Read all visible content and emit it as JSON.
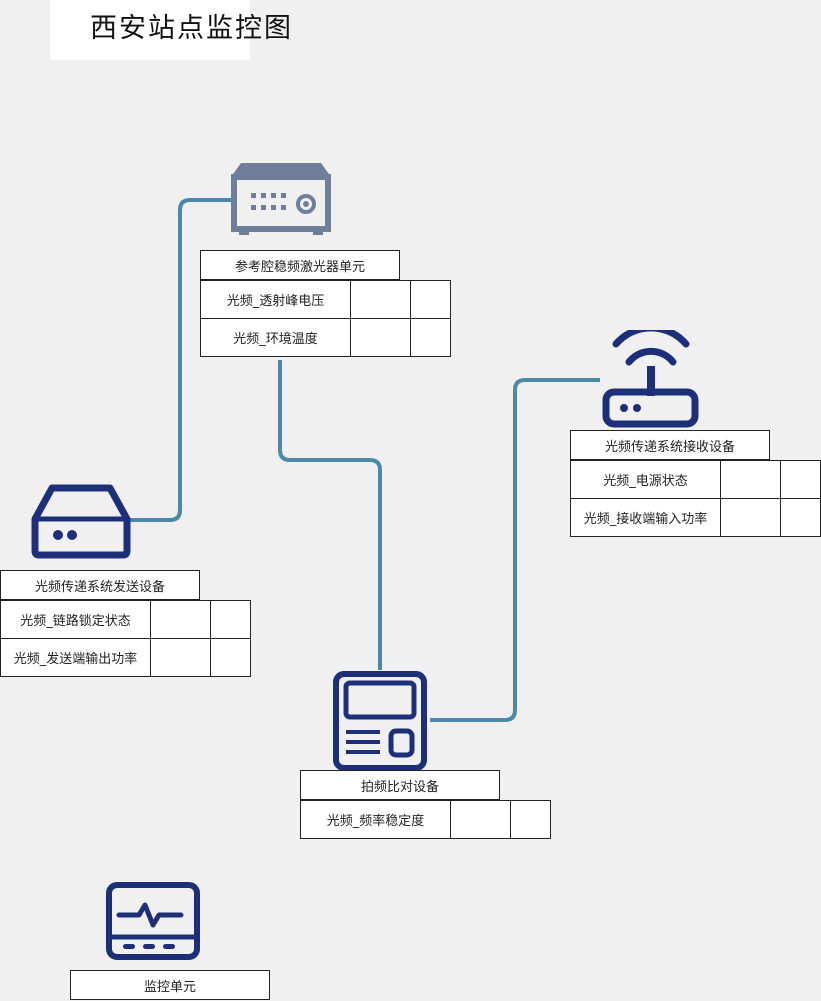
{
  "title": "西安站点监控图",
  "colors": {
    "connector": "#4a89a9",
    "icon_navy": "#1e2f7a",
    "icon_gray": "#6f7e99"
  },
  "devices": [
    {
      "id": "reference-laser",
      "icon": "laser-unit-icon",
      "name": "参考腔稳频激光器单元",
      "metrics": [
        {
          "label": "光频_透射峰电压",
          "value": "",
          "unit": ""
        },
        {
          "label": "光频_环境温度",
          "value": "",
          "unit": ""
        }
      ]
    },
    {
      "id": "rx-device",
      "icon": "wireless-router-icon",
      "name": "光频传递系统接收设备",
      "metrics": [
        {
          "label": "光频_电源状态",
          "value": "",
          "unit": ""
        },
        {
          "label": "光频_接收端输入功率",
          "value": "",
          "unit": ""
        }
      ]
    },
    {
      "id": "tx-device",
      "icon": "router-icon",
      "name": "光频传递系统发送设备",
      "metrics": [
        {
          "label": "光频_链路锁定状态",
          "value": "",
          "unit": ""
        },
        {
          "label": "光频_发送端输出功率",
          "value": "",
          "unit": ""
        }
      ]
    },
    {
      "id": "beat-device",
      "icon": "control-panel-icon",
      "name": "拍频比对设备",
      "metrics": [
        {
          "label": "光频_频率稳定度",
          "value": "",
          "unit": ""
        }
      ]
    },
    {
      "id": "monitor-unit",
      "icon": "monitor-heartbeat-icon",
      "name": "监控单元",
      "metrics": []
    }
  ]
}
